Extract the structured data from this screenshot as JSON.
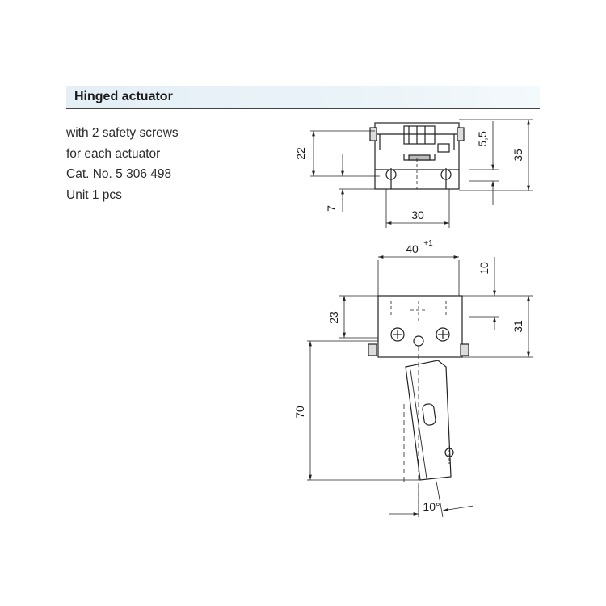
{
  "header": {
    "title": "Hinged actuator"
  },
  "description": {
    "lines": [
      "with 2 safety screws",
      "for each actuator",
      "Cat. No. 5 306 498",
      "Unit 1 pcs"
    ]
  },
  "dimensions": {
    "top_view": {
      "d22": "22",
      "d7": "7",
      "d30": "30",
      "d5_5": "5,5",
      "d35": "35"
    },
    "front_view": {
      "d40": "40",
      "d40_tol": "+1",
      "d10": "10",
      "d23": "23",
      "d31": "31",
      "d70": "70",
      "angle": "10°"
    }
  }
}
